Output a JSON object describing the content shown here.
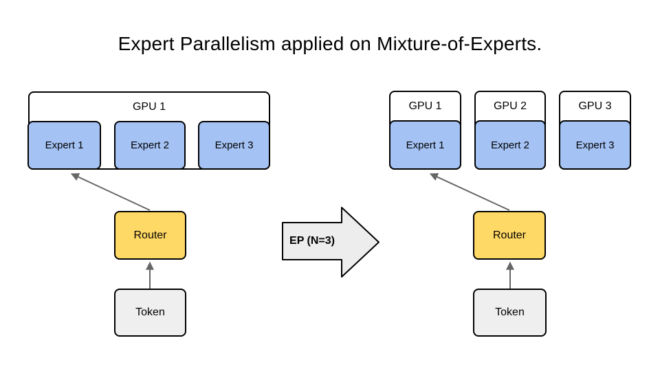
{
  "title": "Expert Parallelism applied on Mixture-of-Experts.",
  "colors": {
    "gpu-fill": "#ffffff",
    "expert-fill": "#a4c2f4",
    "router-fill": "#ffd966",
    "token-fill": "#efefef",
    "ep-arrow-fill": "#ededed",
    "arrow-stroke": "#666666",
    "box-border": "#000000"
  },
  "before": {
    "gpu_label": "GPU 1",
    "experts": [
      "Expert 1",
      "Expert 2",
      "Expert 3"
    ],
    "router_label": "Router",
    "token_label": "Token"
  },
  "transform_arrow": {
    "label": "EP (N=3)"
  },
  "after": {
    "gpus": [
      {
        "label": "GPU 1",
        "expert": "Expert 1"
      },
      {
        "label": "GPU 2",
        "expert": "Expert 2"
      },
      {
        "label": "GPU 3",
        "expert": "Expert 3"
      }
    ],
    "router_label": "Router",
    "token_label": "Token"
  }
}
